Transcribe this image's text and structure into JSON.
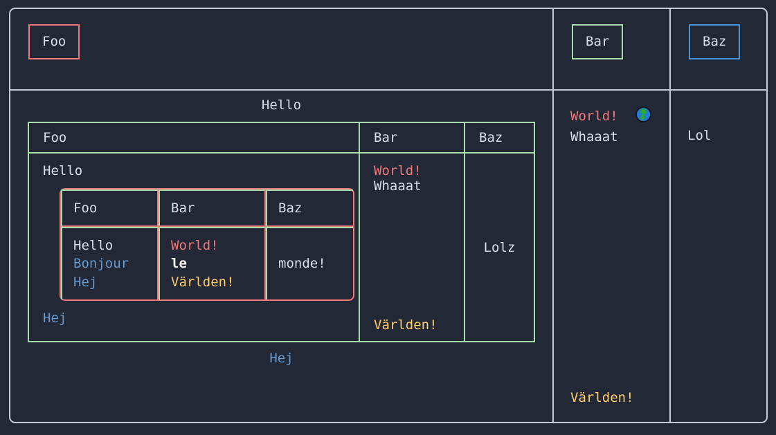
{
  "colors": {
    "background": "#232836",
    "outer_border": "#c6ccd6",
    "red": "#f2777a",
    "green": "#a7dcab",
    "blue": "#4d94d6",
    "text_blue": "#6699cc",
    "yellow": "#ffcc66",
    "text": "#d8dee9",
    "white": "#ffffff"
  },
  "outer_table": {
    "header_row": {
      "cell_foo": {
        "chip_label": "Foo",
        "chip_style": "red"
      },
      "cell_bar": {
        "chip_label": "Bar",
        "chip_style": "green"
      },
      "cell_baz": {
        "chip_label": "Baz",
        "chip_style": "blue"
      }
    },
    "body_row": {
      "cell_bar": {
        "line1": "World!",
        "line2": "Whaaat",
        "icon": "globe-icon",
        "footer": "Världen!"
      },
      "cell_baz": {
        "text": "Lol"
      }
    }
  },
  "mid_table": {
    "caption_top": "Hello",
    "caption_bottom": "Hej",
    "headers": [
      "Foo",
      "Bar",
      "Baz"
    ],
    "body": {
      "col_foo": {
        "heading": "Hello",
        "footer": "Hej"
      },
      "col_bar": {
        "line1": "World!",
        "line2": "Whaaat",
        "footer": "Världen!"
      },
      "col_baz": {
        "text": "Lolz"
      }
    }
  },
  "inner_table": {
    "headers": [
      "Foo",
      "Bar",
      "Baz"
    ],
    "row": {
      "col_foo": [
        "Hello",
        "Bonjour",
        "Hej"
      ],
      "col_bar": [
        "World!",
        "le",
        "Världen!"
      ],
      "col_baz": "monde!"
    }
  }
}
